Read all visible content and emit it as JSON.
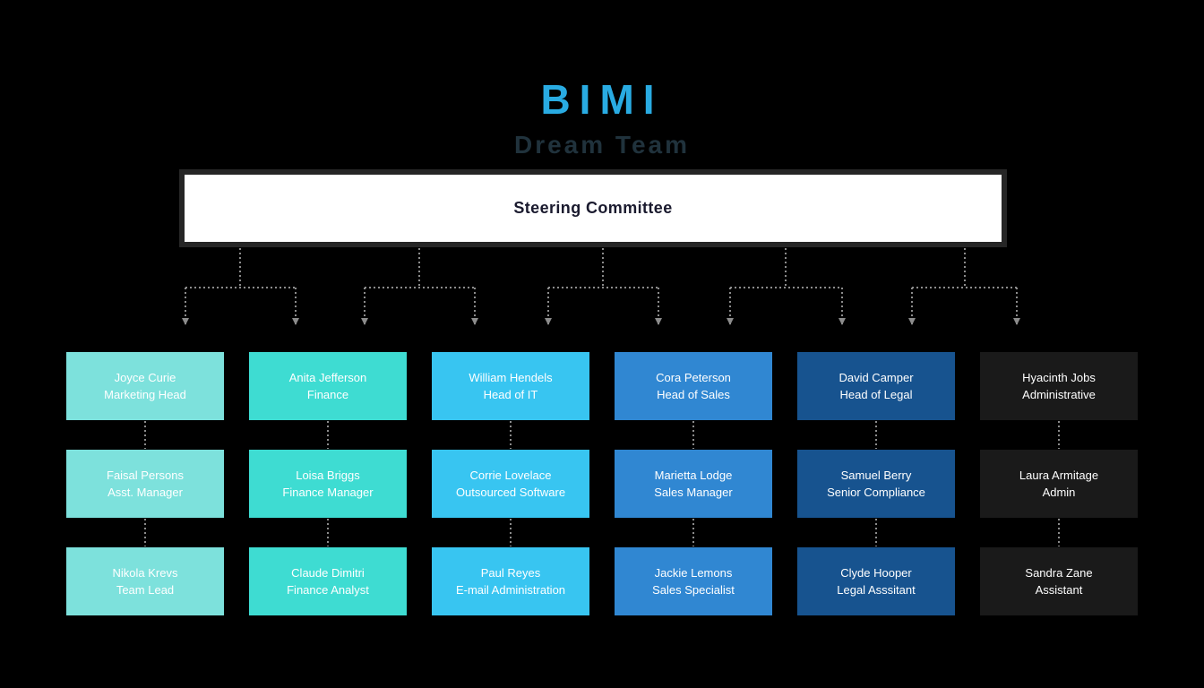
{
  "header": {
    "title": "BIMI",
    "subtitle": "Dream Team"
  },
  "root": {
    "label": "Steering Committee"
  },
  "columns": [
    {
      "color": "#7DE1DC",
      "members": [
        {
          "name": "Joyce Curie",
          "role": "Marketing Head"
        },
        {
          "name": "Faisal Persons",
          "role": "Asst. Manager"
        },
        {
          "name": "Nikola Krevs",
          "role": "Team Lead"
        }
      ]
    },
    {
      "color": "#3EDCD2",
      "members": [
        {
          "name": "Anita Jefferson",
          "role": "Finance"
        },
        {
          "name": "Loisa Briggs",
          "role": "Finance Manager"
        },
        {
          "name": "Claude Dimitri",
          "role": "Finance Analyst"
        }
      ]
    },
    {
      "color": "#38C5F1",
      "members": [
        {
          "name": "William Hendels",
          "role": "Head of IT"
        },
        {
          "name": "Corrie Lovelace",
          "role": "Outsourced Software"
        },
        {
          "name": "Paul Reyes",
          "role": "E-mail Administration"
        }
      ]
    },
    {
      "color": "#3087D2",
      "members": [
        {
          "name": "Cora Peterson",
          "role": "Head of Sales"
        },
        {
          "name": "Marietta Lodge",
          "role": "Sales Manager"
        },
        {
          "name": "Jackie Lemons",
          "role": "Sales Specialist"
        }
      ]
    },
    {
      "color": "#17538F",
      "members": [
        {
          "name": "David Camper",
          "role": "Head of Legal"
        },
        {
          "name": "Samuel Berry",
          "role": "Senior Compliance"
        },
        {
          "name": "Clyde Hooper",
          "role": "Legal Asssitant"
        }
      ]
    },
    {
      "color": "#1A1A1A",
      "members": [
        {
          "name": "Hyacinth Jobs",
          "role": "Administrative"
        },
        {
          "name": "Laura Armitage",
          "role": "Admin"
        },
        {
          "name": "Sandra Zane",
          "role": "Assistant"
        }
      ]
    }
  ],
  "colors": {
    "background": "#000000",
    "title": "#29ABE2",
    "subtitle": "#20323C",
    "root_bg": "#FFFFFF",
    "root_text": "#1A1A2E",
    "connector": "#8C8C8C",
    "node_text": "#FFFFFF"
  }
}
